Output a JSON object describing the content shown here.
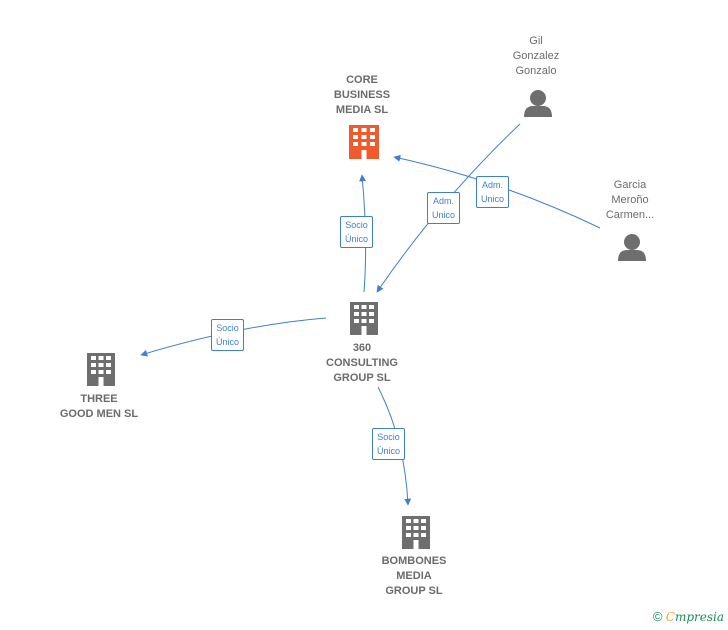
{
  "nodes": {
    "core": {
      "label": "CORE\nBUSINESS\nMEDIA  SL",
      "color": "#ef5b2c",
      "icon": "building-icon"
    },
    "c360": {
      "label": "360\nCONSULTING\nGROUP SL",
      "color": "#6e6e6e",
      "icon": "building-icon"
    },
    "three": {
      "label": "THREE\nGOOD MEN  SL",
      "color": "#6e6e6e",
      "icon": "building-icon"
    },
    "bombones": {
      "label": "BOMBONES\nMEDIA\nGROUP  SL",
      "color": "#6e6e6e",
      "icon": "building-icon"
    },
    "gil": {
      "label": "Gil\nGonzalez\nGonzalo",
      "color": "#6e6e6e",
      "icon": "person-icon"
    },
    "garcia": {
      "label": "Garcia\nMeroño\nCarmen...",
      "color": "#6e6e6e",
      "icon": "person-icon"
    }
  },
  "edges": {
    "e1": "Socio\nÚnico",
    "e2": "Adm.\nUnico",
    "e3": "Adm.\nUnico",
    "e4": "Socio\nÚnico",
    "e5": "Socio\nÚnico"
  },
  "colors": {
    "edge": "#3f7fcf"
  },
  "footer": {
    "copyright": "©",
    "brand_initial": "C",
    "brand_rest": "mpresia"
  }
}
